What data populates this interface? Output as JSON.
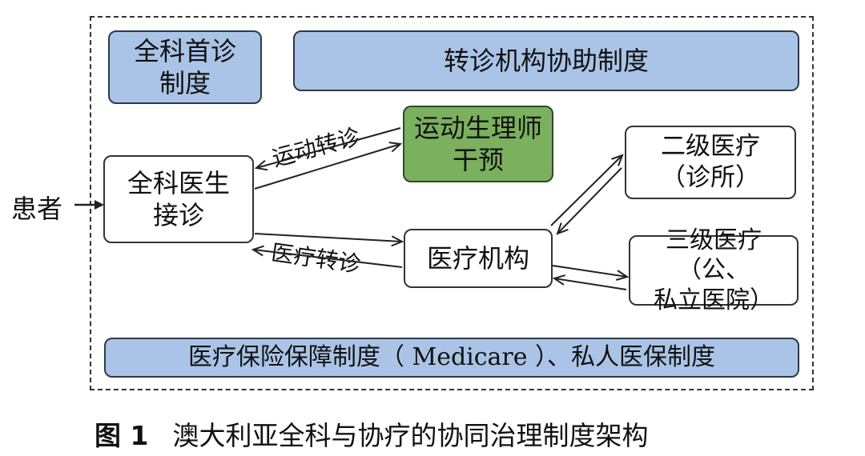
{
  "diagram": {
    "patient": "患者",
    "gp_first_visit": "全科首诊\n制度",
    "referral_system": "转诊机构协助制度",
    "gp_reception": "全科医生\n接诊",
    "exercise_physiologist": "运动生理师\n干预",
    "medical_institution": "医疗机构",
    "secondary_care": "二级医疗\n（诊所）",
    "tertiary_care": "三级医疗（公、\n私立医院）",
    "insurance_system": "医疗保险保障制度（ Medicare ）、私人医保制度",
    "exercise_referral_label": "运动转诊",
    "medical_referral_label": "医疗转诊"
  },
  "caption": {
    "number": "图 1",
    "text": "澳大利亚全科与协疗的协同治理制度架构"
  },
  "colors": {
    "policy_box": "#a9c4e6",
    "exercise_box": "#7bb05e",
    "node_box": "#ffffff"
  }
}
